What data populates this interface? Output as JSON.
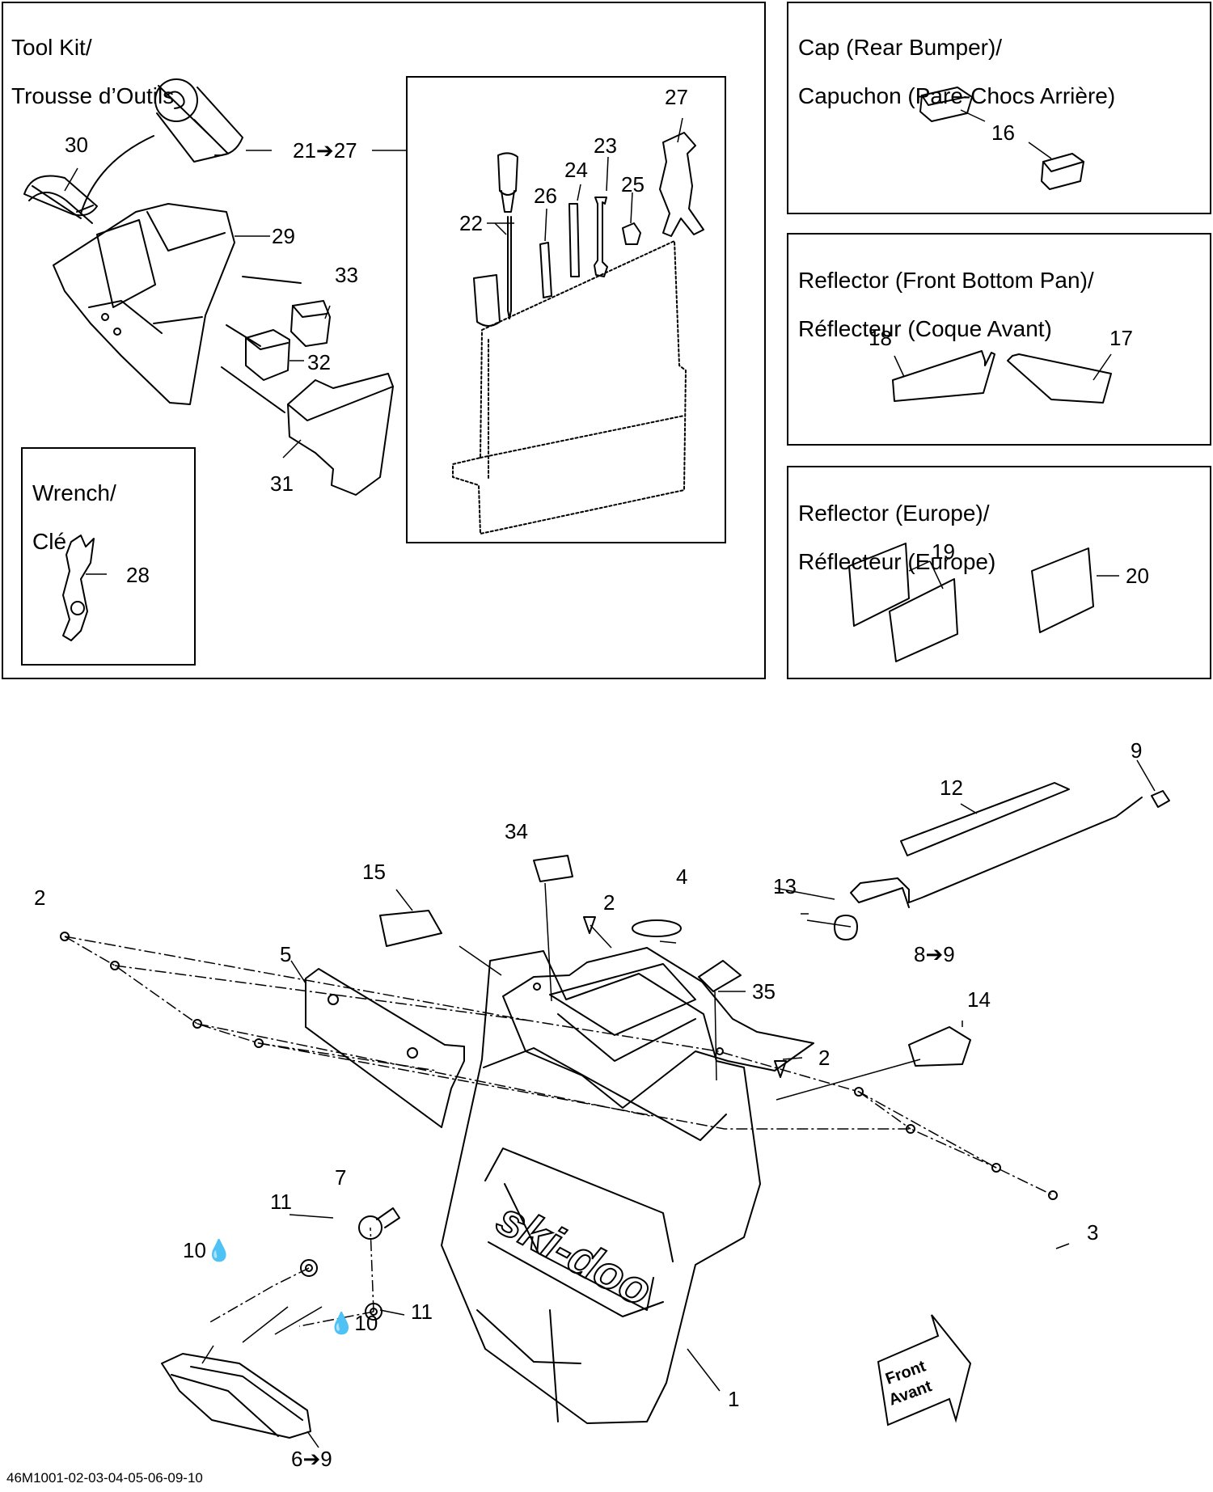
{
  "boxes": {
    "tool_kit": {
      "title_en": "Tool Kit/",
      "title_fr": "Trousse d’Outils"
    },
    "wrench": {
      "title_en": "Wrench/",
      "title_fr": "Clé"
    },
    "cap": {
      "title_en": "Cap (Rear Bumper)/",
      "title_fr": "Capuchon (Pare-Chocs Arrière)"
    },
    "reflector_front": {
      "title_en": "Reflector (Front Bottom Pan)/",
      "title_fr": "Réflecteur (Coque Avant)"
    },
    "reflector_europe": {
      "title_en": "Reflector (Europe)/",
      "title_fr": "Réflecteur (Europe)"
    }
  },
  "callouts": {
    "c30": "30",
    "c21_27": "21➔27",
    "c29": "29",
    "c33": "33",
    "c32": "32",
    "c31": "31",
    "c28": "28",
    "c27": "27",
    "c23": "23",
    "c24": "24",
    "c25": "25",
    "c26": "26",
    "c22": "22",
    "c16": "16",
    "c18": "18",
    "c17": "17",
    "c19": "19",
    "c20": "20",
    "c9": "9",
    "c12": "12",
    "c34": "34",
    "c15": "15",
    "c2a": "2",
    "c2b": "2",
    "c2c": "2",
    "c4": "4",
    "c13": "13",
    "c8_9": "8➔9",
    "c35": "35",
    "c5": "5",
    "c14": "14",
    "c7": "7",
    "c11a": "11",
    "c11b": "11",
    "c10a": "10",
    "c10b": "10",
    "c3": "3",
    "c1": "1",
    "c6_9": "6➔9"
  },
  "front_arrow": {
    "line1": "Front",
    "line2": "Avant"
  },
  "brand_logo": "ski-doo",
  "footer_code": "46M1001-02-03-04-05-06-09-10"
}
